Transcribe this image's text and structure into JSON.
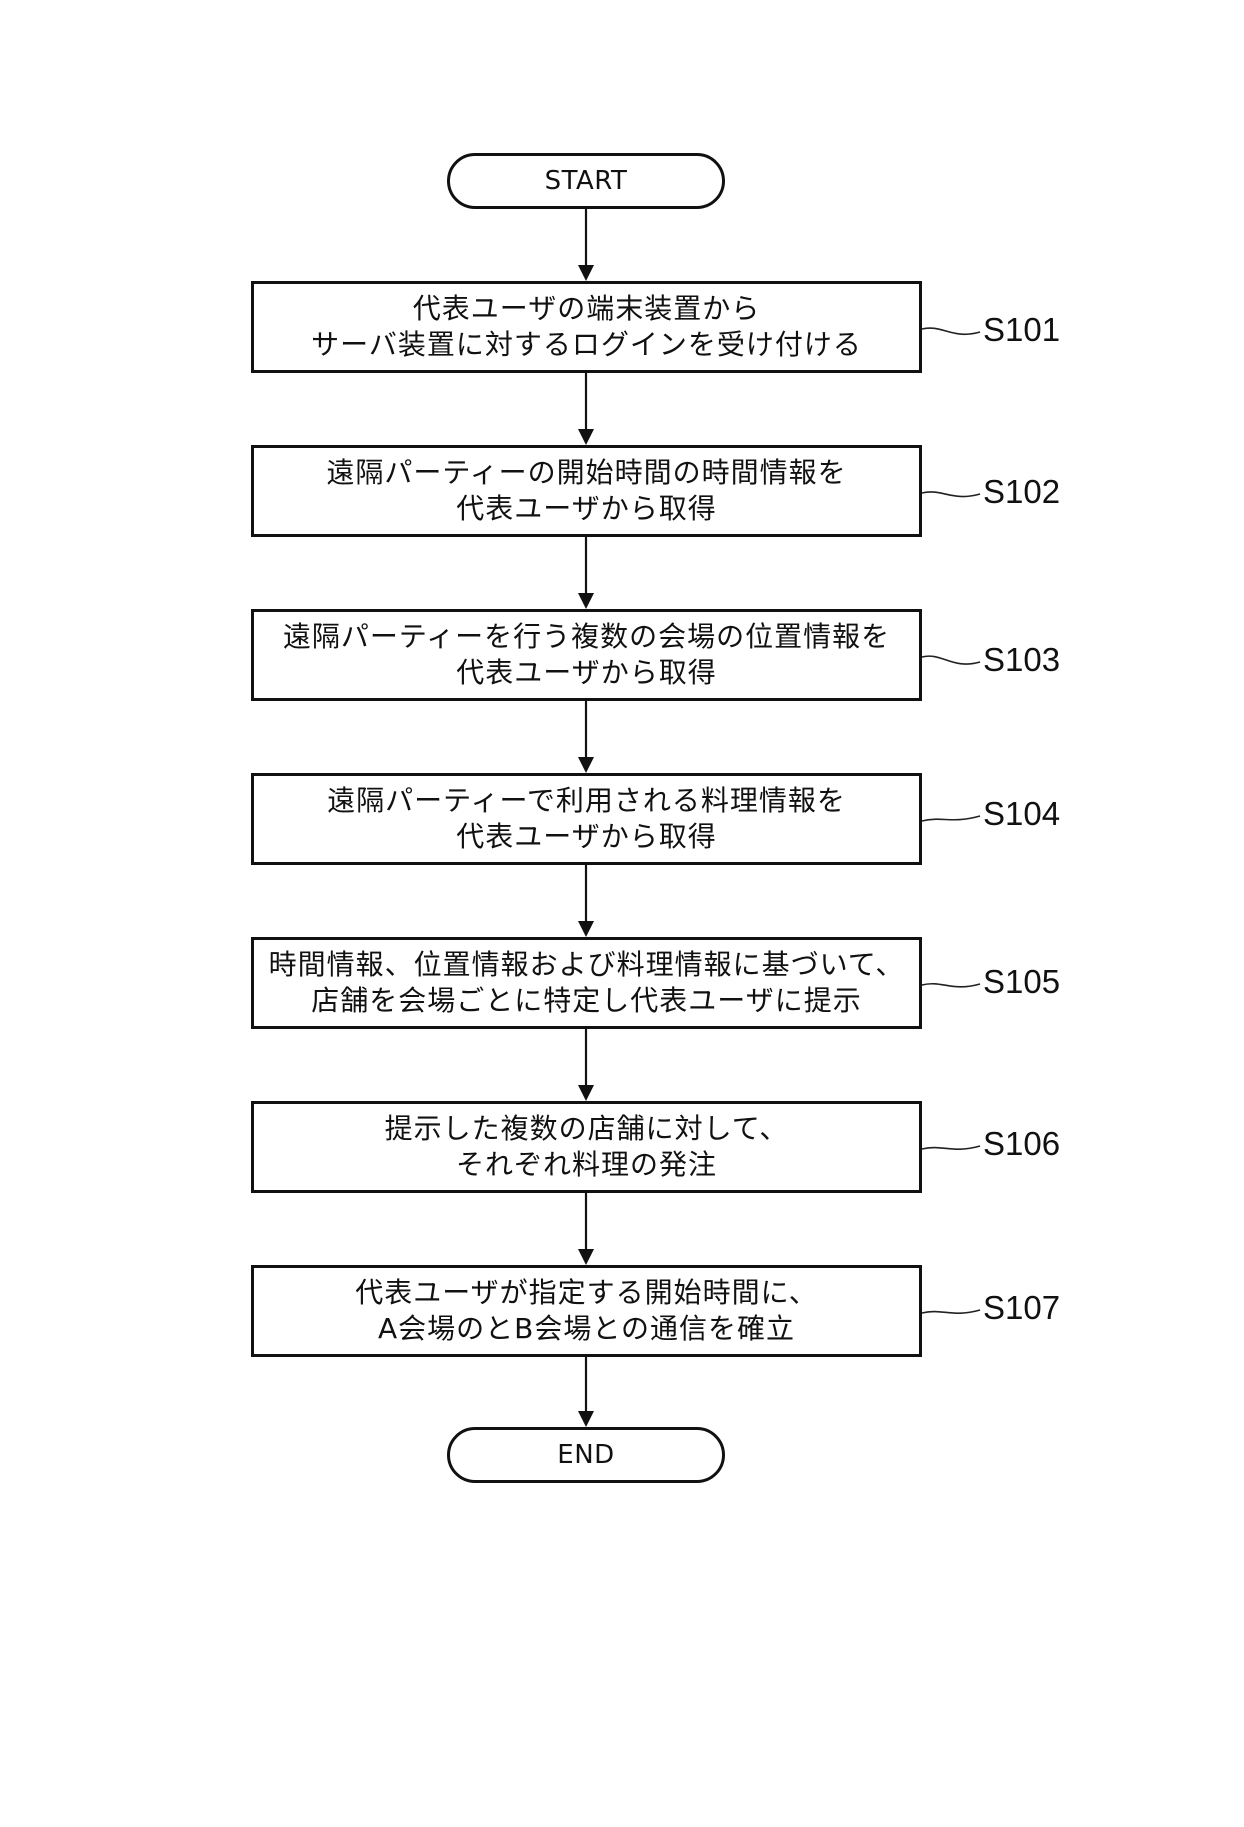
{
  "flowchart": {
    "start_label": "START",
    "end_label": "END",
    "steps": [
      {
        "id": "S101",
        "lines": [
          "代表ユーザの端末装置から",
          "サーバ装置に対するログインを受け付ける"
        ]
      },
      {
        "id": "S102",
        "lines": [
          "遠隔パーティーの開始時間の時間情報を",
          "代表ユーザから取得"
        ]
      },
      {
        "id": "S103",
        "lines": [
          "遠隔パーティーを行う複数の会場の位置情報を",
          "代表ユーザから取得"
        ]
      },
      {
        "id": "S104",
        "lines": [
          "遠隔パーティーで利用される料理情報を",
          "代表ユーザから取得"
        ]
      },
      {
        "id": "S105",
        "lines": [
          "時間情報、位置情報および料理情報に基づいて、",
          "店舗を会場ごとに特定し代表ユーザに提示"
        ]
      },
      {
        "id": "S106",
        "lines": [
          "提示した複数の店舗に対して、",
          "それぞれ料理の発注"
        ]
      },
      {
        "id": "S107",
        "lines": [
          "代表ユーザが指定する開始時間に、",
          "A会場のとB会場との通信を確立"
        ]
      }
    ]
  }
}
